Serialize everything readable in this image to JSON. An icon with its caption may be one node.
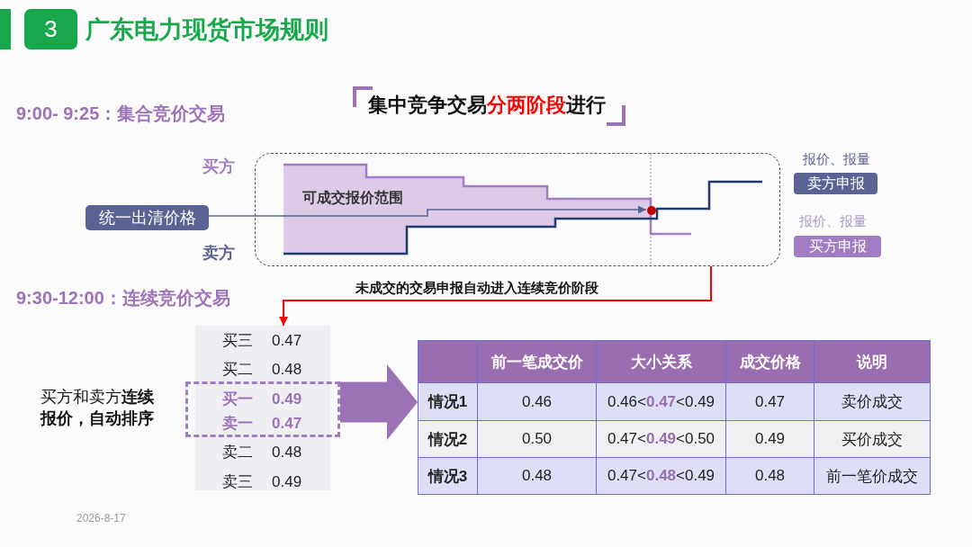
{
  "diagram": {
    "title": "广东电力现货市场规则",
    "nodes": [
      {
        "text": [
          "3"
        ]
      },
      {
        "text": [],
        "shape": "box"
      },
      {
        "text": [],
        "shape": "circle",
        "in": 1
      },
      {
        "text": [
          "统一出清价格"
        ]
      },
      {
        "text": [
          "报价、报量",
          "卖方申报"
        ]
      },
      {
        "text": [
          "报价、报量",
          "买方申报"
        ]
      },
      {
        "text": [
          "买三",
          "0.47",
          "买二",
          "0.48",
          "卖二",
          "0.48",
          "卖三",
          "0.49"
        ]
      },
      {
        "text": [
          "买一",
          "0.49",
          "卖一",
          "0.47"
        ]
      },
      {
        "text": [],
        "shape": "table"
      }
    ],
    "edges": [
      {
        "from": 3,
        "to": 2,
        "arrow": "to",
        "color": "#5a6494"
      },
      {
        "from": 1,
        "to": 6,
        "arrow": "to",
        "label": "未成交的交易申报自动进入连续竞价阶段",
        "color": "#ff0000"
      },
      {
        "from": 7,
        "to": 8,
        "arrow": "to",
        "style": "thick",
        "color": "#9b72b5"
      }
    ],
    "labels": [
      "9:00- 9:25：集合竞价交易",
      "集中竞争交易**分两阶段**进行",
      "买方",
      "可成交报价范围",
      "卖方",
      "9:30-12:00：连续竞价交易",
      "买方和卖方**连续报价，自动排序**",
      "前一笔成交价",
      "大小关系",
      "成交价格",
      "说明",
      "情况1",
      "0.46",
      "0.46<**0.47**<0.49",
      "0.47",
      "卖价成交",
      "情况2",
      "0.50",
      "0.47<**0.49**<0.50",
      "0.49",
      "买价成交",
      "情况3",
      "0.48",
      "0.47<**0.48**<0.49",
      "0.48",
      "前一笔价成交",
      "2026-8-17"
    ]
  }
}
